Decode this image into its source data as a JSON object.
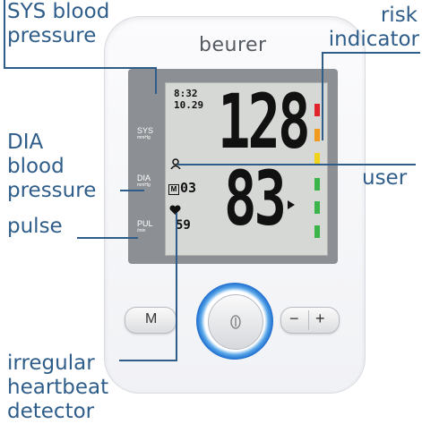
{
  "device": {
    "brand": "beurer",
    "labels": {
      "sys": "SYS",
      "sys_unit": "mmHg",
      "dia": "DIA",
      "dia_unit": "mmHg",
      "pul": "PUL",
      "pul_unit": "/min"
    },
    "display": {
      "time": "8:32",
      "date": "10.29",
      "systolic": "128",
      "diastolic": "83",
      "pulse": "59",
      "memory_label": "M",
      "memory_number": "03"
    },
    "risk_colors": [
      "#e1242b",
      "#f29a1e",
      "#f3d21b",
      "#3bb44a",
      "#3bb44a",
      "#3bb44a"
    ],
    "buttons": {
      "memory": "M",
      "minus": "−",
      "plus": "+"
    }
  },
  "annotations": {
    "sys": [
      "SYS blood",
      "pressure"
    ],
    "risk": [
      "risk",
      "indicator"
    ],
    "dia": [
      "DIA",
      "blood",
      "pressure"
    ],
    "user": "user",
    "pulse": "pulse",
    "irregular": [
      "irregular",
      "heartbeat",
      "detector"
    ]
  },
  "colors": {
    "annotation": "#2f5d8a",
    "ring": "#1f6fd0"
  }
}
